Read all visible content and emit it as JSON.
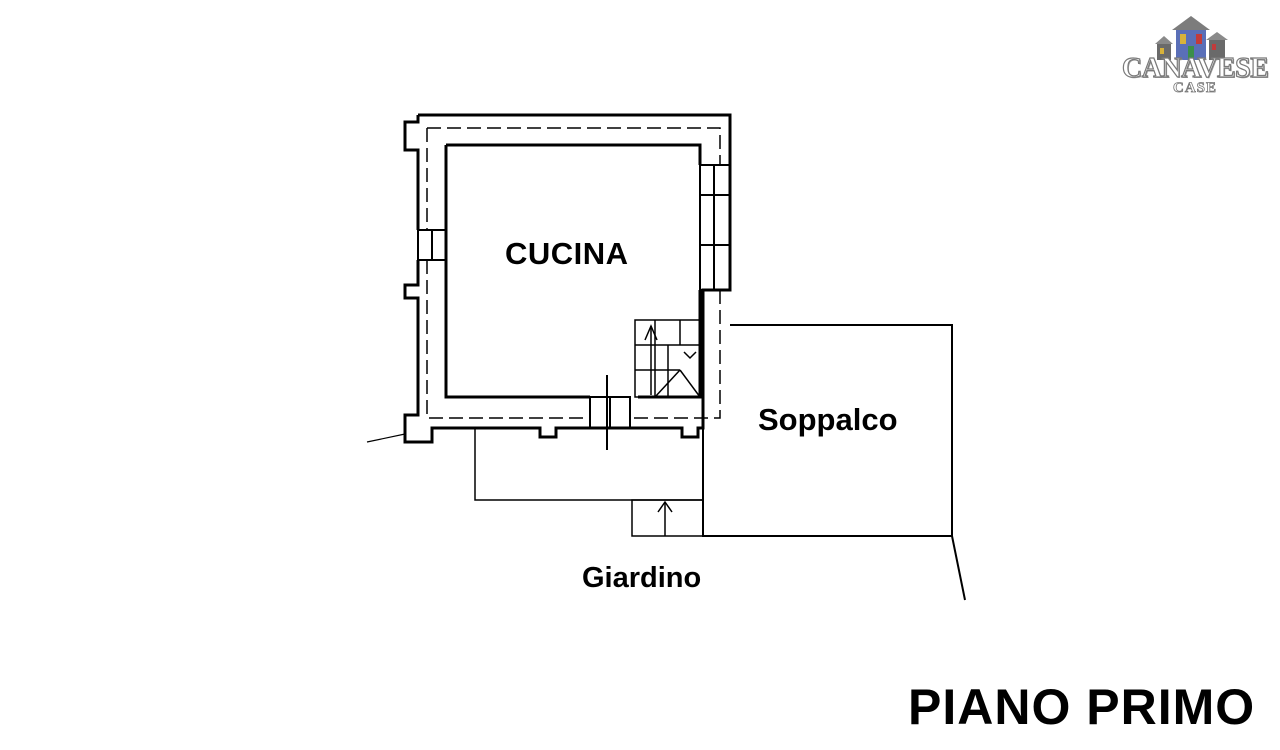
{
  "plan": {
    "floor_title": "PIANO PRIMO",
    "rooms": {
      "kitchen": "CUCINA",
      "loft": "Soppalco",
      "garden": "Giardino"
    }
  },
  "logo": {
    "brand": "CANAVESE",
    "sub": "CASE",
    "colors": [
      "#3b3f6e",
      "#c23b3b",
      "#3b8f4a",
      "#d8b23a",
      "#5a6fb8"
    ]
  },
  "colors": {
    "line": "#000000",
    "background": "#ffffff"
  }
}
